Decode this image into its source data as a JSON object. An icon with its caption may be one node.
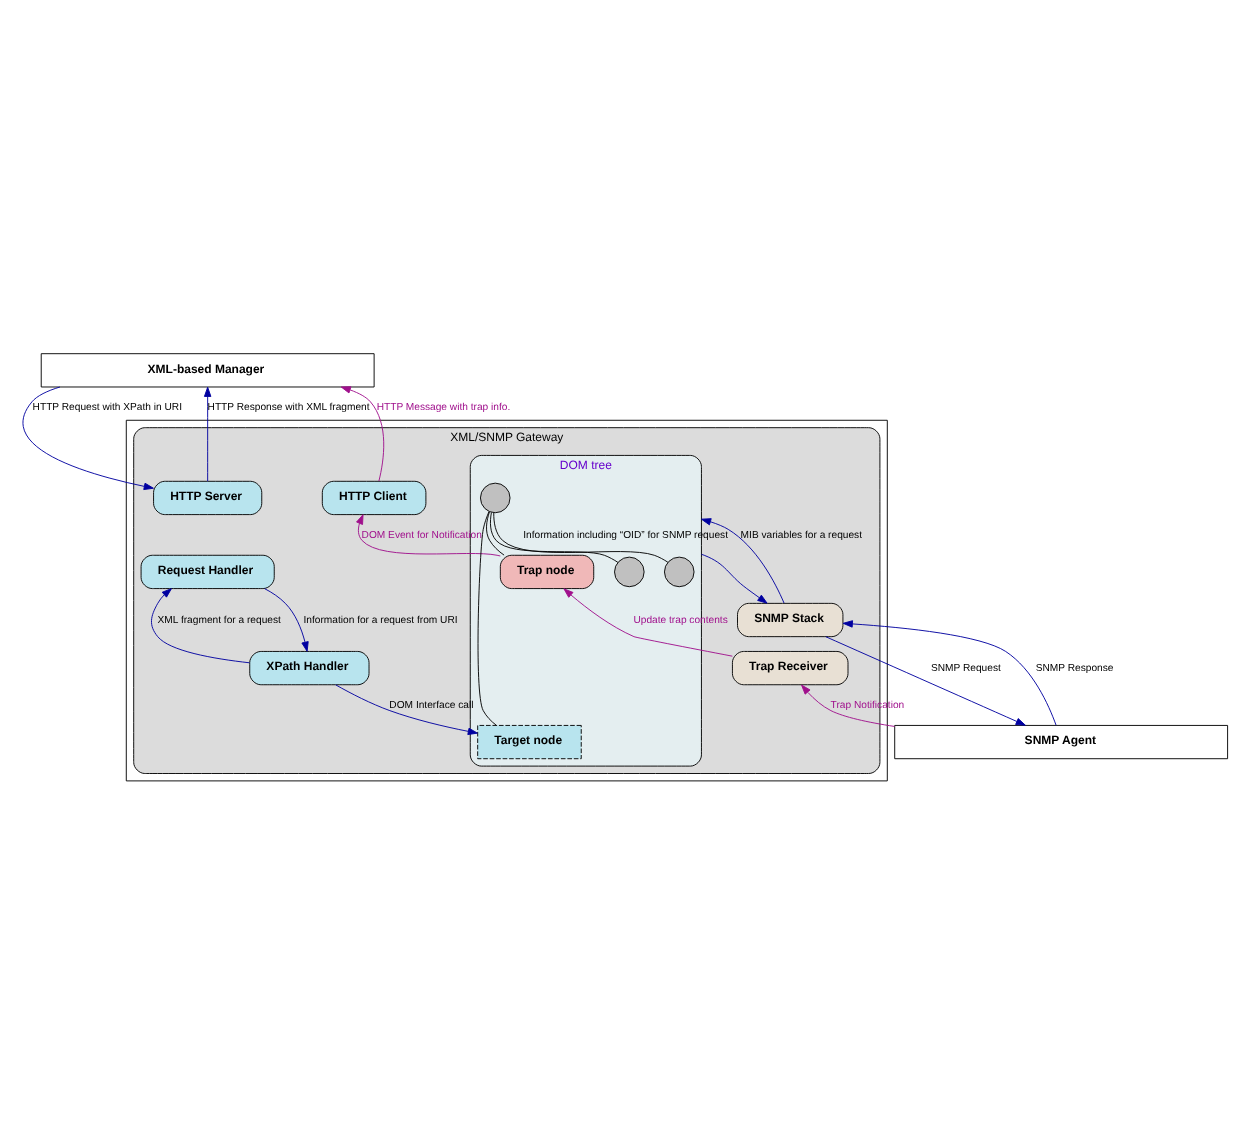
{
  "diagram": {
    "nodes": [
      {
        "text": [
          "XML-based Manager"
        ]
      },
      {
        "text": [],
        "shape": "box"
      },
      {
        "text": [
          "XML/SNMP Gateway"
        ],
        "in": 1
      },
      {
        "text": [
          "HTTP Server"
        ],
        "in": 2
      },
      {
        "text": [
          "Request Handler"
        ],
        "in": 2
      },
      {
        "text": [
          "HTTP Client"
        ],
        "in": 2
      },
      {
        "text": [
          "XPath Handler"
        ],
        "in": 2
      },
      {
        "text": [
          "DOM tree"
        ],
        "in": 2
      },
      {
        "text": [],
        "shape": "circle",
        "in": 7
      },
      {
        "text": [],
        "shape": "circle",
        "in": 7
      },
      {
        "text": [],
        "shape": "circle",
        "in": 7
      },
      {
        "text": [
          "Target node"
        ],
        "in": 7
      },
      {
        "text": [
          "Trap node"
        ],
        "in": 7
      },
      {
        "text": [
          "SNMP Stack"
        ],
        "in": 2
      },
      {
        "text": [
          "Trap Receiver"
        ],
        "in": 2
      },
      {
        "text": [
          "SNMP Agent"
        ]
      }
    ],
    "edges": [
      {
        "from": 0,
        "to": 3,
        "arrow": "to",
        "label": "HTTP Request with XPath in URI"
      },
      {
        "from": 3,
        "to": 0,
        "arrow": "to",
        "label": "HTTP Response with XML fragment"
      },
      {
        "from": 5,
        "to": 0,
        "arrow": "to",
        "label": "HTTP Message with trap info.",
        "color": "#a0108c"
      },
      {
        "from": 4,
        "to": 6,
        "arrow": "to",
        "label": "Information for a request from URI"
      },
      {
        "from": 6,
        "to": 4,
        "arrow": "to",
        "label": "XML fragment for a request"
      },
      {
        "from": 12,
        "to": 5,
        "arrow": "to",
        "label": "DOM Event for Notification",
        "color": "#a0108c"
      },
      {
        "from": 6,
        "to": 11,
        "arrow": "to",
        "label": "DOM Interface call"
      },
      {
        "from": 8,
        "to": 9,
        "arrow": "none",
        "color": "#000000"
      },
      {
        "from": 8,
        "to": 10,
        "arrow": "none",
        "color": "#000000"
      },
      {
        "from": 8,
        "to": 11,
        "arrow": "none",
        "color": "#000000"
      },
      {
        "from": 8,
        "to": 12,
        "arrow": "none",
        "color": "#000000"
      },
      {
        "from": 7,
        "to": 13,
        "arrow": "to",
        "label": "Information including “OID” for SNMP request"
      },
      {
        "from": 13,
        "to": 7,
        "arrow": "to",
        "label": "MIB variables for a request"
      },
      {
        "from": 14,
        "to": 12,
        "arrow": "to",
        "label": "Update trap contents",
        "color": "#a0108c"
      },
      {
        "from": 13,
        "to": 15,
        "arrow": "to",
        "label": "SNMP Request"
      },
      {
        "from": 15,
        "to": 13,
        "arrow": "to",
        "label": "SNMP Response"
      },
      {
        "from": 15,
        "to": 14,
        "arrow": "to",
        "label": "Trap Notification",
        "color": "#a0108c"
      }
    ]
  }
}
